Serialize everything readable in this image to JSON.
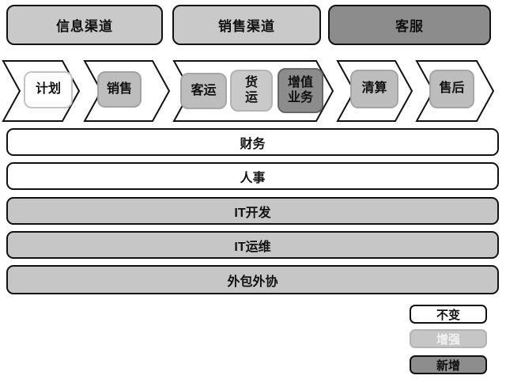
{
  "colors": {
    "unchanged_fill": "#ffffff",
    "enhanced_fill": "#c6c6c6",
    "new_fill": "#8c8c8c",
    "outline": "#111111"
  },
  "top_channels": [
    {
      "label": "信息渠道",
      "status": "enhanced"
    },
    {
      "label": "销售渠道",
      "status": "enhanced"
    },
    {
      "label": "客服",
      "status": "new"
    }
  ],
  "process_chain": {
    "steps": [
      {
        "label": "计划",
        "status": "unchanged"
      },
      {
        "label": "销售",
        "status": "enhanced"
      },
      {
        "label_group": "business-lines",
        "sub_items": [
          {
            "label": "客运",
            "status": "enhanced"
          },
          {
            "label": "货\n运",
            "status": "enhanced"
          },
          {
            "label": "增值\n业务",
            "status": "new"
          }
        ]
      },
      {
        "label": "清算",
        "status": "enhanced"
      },
      {
        "label": "售后",
        "status": "enhanced"
      }
    ]
  },
  "support_rows": [
    {
      "label": "财务",
      "status": "unchanged"
    },
    {
      "label": "人事",
      "status": "unchanged"
    },
    {
      "label": "IT开发",
      "status": "enhanced"
    },
    {
      "label": "IT运维",
      "status": "enhanced"
    },
    {
      "label": "外包外协",
      "status": "enhanced"
    }
  ],
  "legend": [
    {
      "label": "不变",
      "status": "unchanged"
    },
    {
      "label": "增强",
      "status": "enhanced"
    },
    {
      "label": "新增",
      "status": "new"
    }
  ]
}
